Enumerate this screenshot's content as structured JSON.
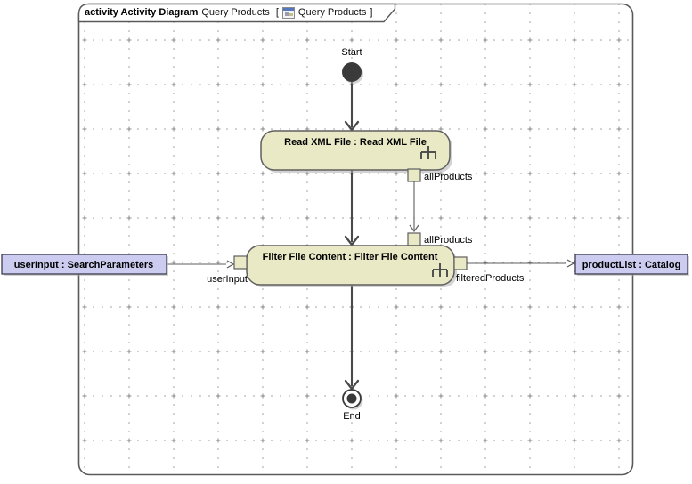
{
  "frame": {
    "keyword": "activity Activity Diagram",
    "name": "Query Products ",
    "open_bracket": "[",
    "ref": "Query Products",
    "close_bracket": "]",
    "icon": "activity-diagram-icon"
  },
  "nodes": {
    "start": {
      "label": "Start"
    },
    "read_action": {
      "label": "Read XML File : Read XML File",
      "icon": "rake-icon"
    },
    "filter_action": {
      "label": "Filter File Content : Filter File Content",
      "icon": "rake-icon"
    },
    "end": {
      "label": "End"
    },
    "param_user_input": {
      "label": "userInput : SearchParameters"
    },
    "param_product_list": {
      "label": "productList : Catalog"
    }
  },
  "pins": {
    "read_out_all_products": {
      "label": "allProducts"
    },
    "filter_in_all_products": {
      "label": "allProducts"
    },
    "filter_in_user_input": {
      "label": "userInput"
    },
    "filter_out_filtered_products": {
      "label": "filteredProducts"
    }
  },
  "colors": {
    "background": "#ffffff",
    "frame_border": "#5a5a5a",
    "action_fill": "#e9e9c6",
    "action_border": "#5f5f5f",
    "param_fill": "#ccccf0",
    "param_border": "#3c3c50",
    "control_flow": "#494949",
    "object_flow": "#5c5c5c",
    "node_dark": "#3a3a3a",
    "grid_dot": "#9b9b9b"
  }
}
